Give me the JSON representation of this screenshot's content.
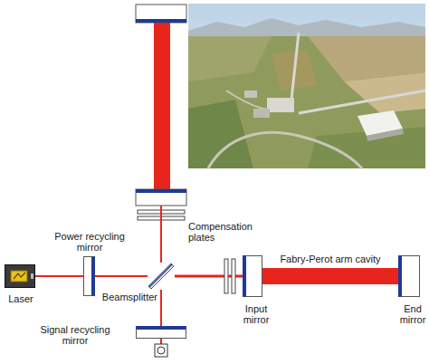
{
  "diagram": {
    "nodes": [
      {
        "text": [
          "Laser"
        ]
      },
      {
        "text": [
          "Power recycling mirror"
        ]
      },
      {
        "text": [
          "Beamsplitter"
        ]
      },
      {
        "text": [
          "Input mirror"
        ]
      },
      {
        "text": [
          "End mirror"
        ]
      },
      {
        "text": [
          "Signal recycling mirror"
        ]
      }
    ],
    "edges": [
      {
        "from": 0,
        "to": 1,
        "arrow": "none"
      },
      {
        "from": 1,
        "to": 2,
        "arrow": "none"
      },
      {
        "from": 2,
        "to": 3,
        "arrow": "none"
      },
      {
        "from": 3,
        "to": 4,
        "label": "Fabry-Perot arm cavity",
        "arrow": "none"
      },
      {
        "from": 2,
        "to": 5,
        "arrow": "none"
      }
    ],
    "labels": [
      "Compensation plates"
    ]
  }
}
